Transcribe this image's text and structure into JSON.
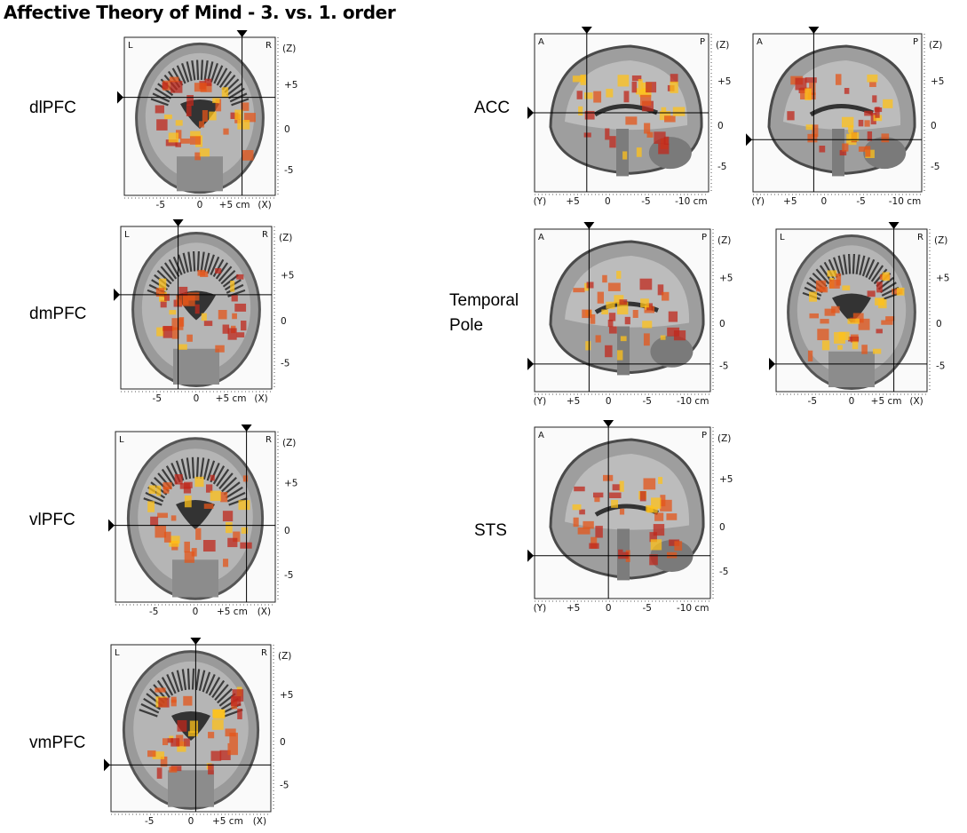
{
  "title": "Affective Theory of Mind - 3. vs. 1. order",
  "colors": {
    "activation_low": "#c0281c",
    "activation_mid": "#e4561a",
    "activation_high": "#ffc21a",
    "brain_dark": "#3a3a3a",
    "brain_light": "#cfcfcf"
  },
  "regions": [
    {
      "label": "dlPFC",
      "panels": [
        {
          "view": "coronal",
          "corner_left": "L",
          "corner_right": "R",
          "axis_right": "(Z)",
          "z_ticks": [
            "+5",
            "0",
            "-5"
          ],
          "x_ticks": [
            "-5",
            "0",
            "+5 cm",
            "(X)"
          ],
          "icon": "coronal-brain-slice"
        }
      ]
    },
    {
      "label": "dmPFC",
      "panels": [
        {
          "view": "coronal",
          "corner_left": "L",
          "corner_right": "R",
          "axis_right": "(Z)",
          "z_ticks": [
            "+5",
            "0",
            "-5"
          ],
          "x_ticks": [
            "-5",
            "0",
            "+5 cm",
            "(X)"
          ],
          "icon": "coronal-brain-slice"
        }
      ]
    },
    {
      "label": "vlPFC",
      "panels": [
        {
          "view": "coronal",
          "corner_left": "L",
          "corner_right": "R",
          "axis_right": "(Z)",
          "z_ticks": [
            "+5",
            "0",
            "-5"
          ],
          "x_ticks": [
            "-5",
            "0",
            "+5 cm",
            "(X)"
          ],
          "icon": "coronal-brain-slice"
        }
      ]
    },
    {
      "label": "vmPFC",
      "panels": [
        {
          "view": "coronal",
          "corner_left": "L",
          "corner_right": "R",
          "axis_right": "(Z)",
          "z_ticks": [
            "+5",
            "0",
            "-5"
          ],
          "x_ticks": [
            "-5",
            "0",
            "+5 cm",
            "(X)"
          ],
          "icon": "coronal-brain-slice"
        }
      ]
    },
    {
      "label": "ACC",
      "panels": [
        {
          "view": "sagittal",
          "corner_left": "A",
          "corner_right": "P",
          "axis_right": "(Z)",
          "z_ticks": [
            "+5",
            "0",
            "-5"
          ],
          "y_ticks": [
            "(Y)",
            "+5",
            "0",
            "-5",
            "-10 cm"
          ],
          "icon": "sagittal-brain-slice"
        },
        {
          "view": "sagittal",
          "corner_left": "A",
          "corner_right": "P",
          "axis_right": "(Z)",
          "z_ticks": [
            "+5",
            "0",
            "-5"
          ],
          "y_ticks": [
            "(Y)",
            "+5",
            "0",
            "-5",
            "-10 cm"
          ],
          "icon": "sagittal-brain-slice"
        }
      ]
    },
    {
      "label": "Temporal Pole",
      "label_lines": [
        "Temporal",
        "Pole"
      ],
      "panels": [
        {
          "view": "sagittal",
          "corner_left": "A",
          "corner_right": "P",
          "axis_right": "(Z)",
          "z_ticks": [
            "+5",
            "0",
            "-5"
          ],
          "y_ticks": [
            "(Y)",
            "+5",
            "0",
            "-5",
            "-10 cm"
          ],
          "icon": "sagittal-brain-slice"
        },
        {
          "view": "coronal",
          "corner_left": "L",
          "corner_right": "R",
          "axis_right": "(Z)",
          "z_ticks": [
            "+5",
            "0",
            "-5"
          ],
          "x_ticks": [
            "-5",
            "0",
            "+5 cm",
            "(X)"
          ],
          "icon": "coronal-brain-slice"
        }
      ]
    },
    {
      "label": "STS",
      "panels": [
        {
          "view": "sagittal",
          "corner_left": "A",
          "corner_right": "P",
          "axis_right": "(Z)",
          "z_ticks": [
            "+5",
            "0",
            "-5"
          ],
          "y_ticks": [
            "(Y)",
            "+5",
            "0",
            "-5",
            "-10 cm"
          ],
          "icon": "sagittal-brain-slice"
        }
      ]
    }
  ]
}
